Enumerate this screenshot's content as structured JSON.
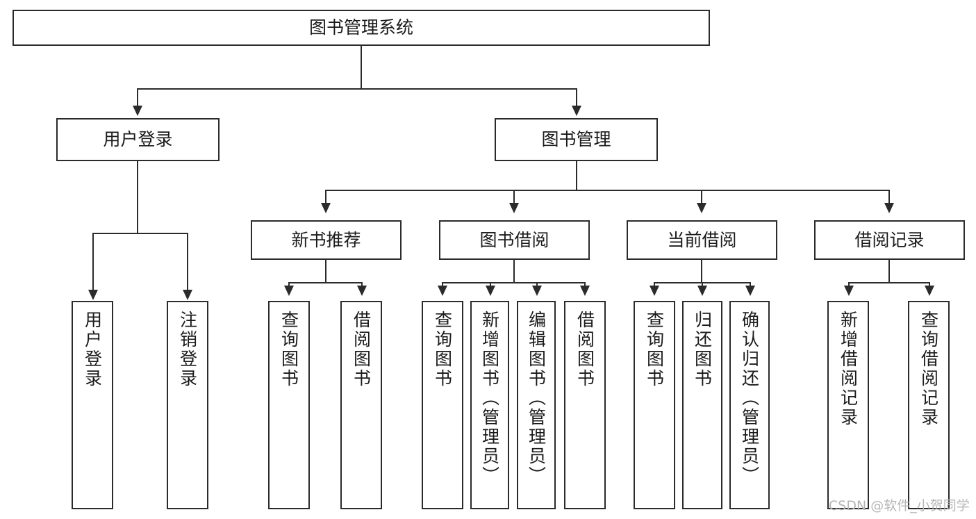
{
  "diagram": {
    "title": "图书管理系统",
    "type": "tree-hierarchy",
    "levels": {
      "root": {
        "label": "图书管理系统"
      },
      "level2": [
        {
          "label": "用户登录"
        },
        {
          "label": "图书管理"
        }
      ],
      "level3": [
        {
          "label": "新书推荐"
        },
        {
          "label": "图书借阅"
        },
        {
          "label": "当前借阅"
        },
        {
          "label": "借阅记录"
        }
      ],
      "leaves": {
        "user_login": [
          {
            "label": "用户登录"
          },
          {
            "label": "注销登录"
          }
        ],
        "new_book": [
          {
            "label": "查询图书"
          },
          {
            "label": "借阅图书"
          }
        ],
        "book_borrow": [
          {
            "label": "查询图书"
          },
          {
            "label": "新增图书（管理员）"
          },
          {
            "label": "编辑图书（管理员）"
          },
          {
            "label": "借阅图书"
          }
        ],
        "current_borrow": [
          {
            "label": "查询图书"
          },
          {
            "label": "归还图书"
          },
          {
            "label": "确认归还（管理员）"
          }
        ],
        "borrow_record": [
          {
            "label": "新增借阅记录"
          },
          {
            "label": "查询借阅记录"
          }
        ]
      }
    }
  },
  "watermark": {
    "text": "CSDN @软件_小贺同学"
  },
  "colors": {
    "stroke": "#2b2b2b",
    "background": "#ffffff",
    "text": "#1b1b1b",
    "watermark": "#b6b6b6"
  }
}
